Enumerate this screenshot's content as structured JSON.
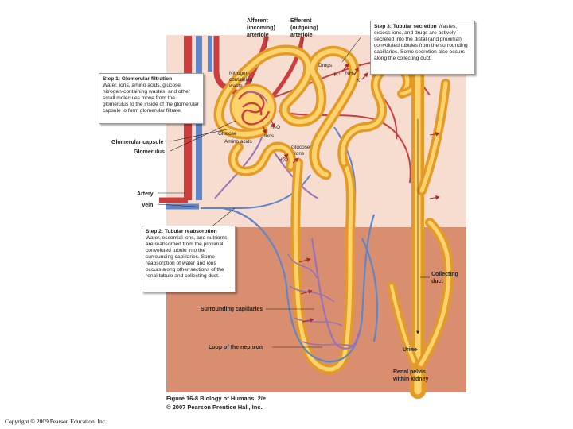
{
  "labels": {
    "afferent": [
      "Afferent",
      "(incoming)",
      "arteriole"
    ],
    "efferent": [
      "Efferent",
      "(outgoing)",
      "arteriole"
    ],
    "nitrogen": [
      "Nitrogen-",
      "containing",
      "waste"
    ],
    "drugs": "Drugs",
    "h_plus": "H⁺",
    "nh4": "NH₄⁺",
    "k_plus": "K⁺",
    "h2o_1": "H₂O",
    "ions_1": "Ions",
    "glucose_1": "Glucose",
    "amino_acids": "Amino acids",
    "glucose_2": "Glucose",
    "ions_2": "Ions",
    "h2o_2": "H₂O",
    "glomerular_capsule": "Glomerular capsule",
    "glomerulus": "Glomerulus",
    "artery": "Artery",
    "vein": "Vein",
    "collecting_duct": [
      "Collecting",
      "duct"
    ],
    "surrounding_capillaries": "Surrounding capillaries",
    "loop": "Loop of the nephron",
    "urine": "Urine",
    "renal_pelvis": [
      "Renal pelvis",
      "within kidney"
    ]
  },
  "step1": {
    "title": "Step 1: Glomerular filtration",
    "text": "Water, ions, amino acids, glucose, nitrogen-containing wastes, and other small molecules move from the glomerulus to the inside of the glomerular capsule to form glomerular filtrate."
  },
  "step2": {
    "title": "Step 2: Tubular reabsorption",
    "text": "Water, essential ions, and nutrients are reabsorbed from the proximal convoluted tubule into the surrounding capillaries. Some reabsorption of water and ions occurs along other sections of the renal tubule and collecting duct."
  },
  "step3": {
    "title": "Step 3: Tubular secretion",
    "text": "Wastes, excess ions, and drugs are actively secreted into the distal (and proximal) convoluted tubules from the surrounding capillaries. Some secretion also occurs along the collecting duct."
  },
  "caption": {
    "line1": "Figure 16-8 Biology of Humans, 2/e",
    "line2": "© 2007 Pearson Prentice Hall, Inc."
  },
  "copyright": "Copyright © 2009 Pearson Education, Inc.",
  "colors": {
    "cortex_bg": "#f7dcd0",
    "medulla_bg": "#d98e70",
    "tubule": "#f2b13a",
    "tubule_highlight": "#ffe08a",
    "artery": "#cc3e3e",
    "vein": "#5f86c9",
    "capillary_mid": "#9a72b8",
    "arrow": "#b02828"
  }
}
